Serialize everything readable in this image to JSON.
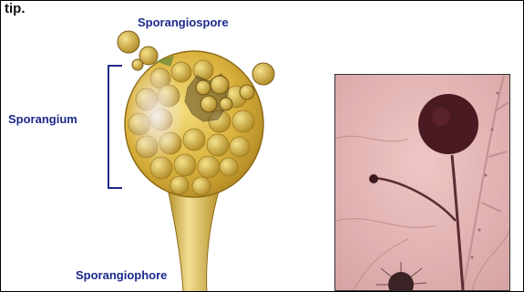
{
  "caption": {
    "tip": "tip."
  },
  "labels": {
    "sporangiospore": "Sporangiospore",
    "sporangium": "Sporangium",
    "sporangiophore": "Sporangiophore"
  },
  "colors": {
    "label_blue": "#1c2a8c",
    "sporangium_gold": "#d9b13c",
    "photo_background": "#e6b8b8"
  }
}
